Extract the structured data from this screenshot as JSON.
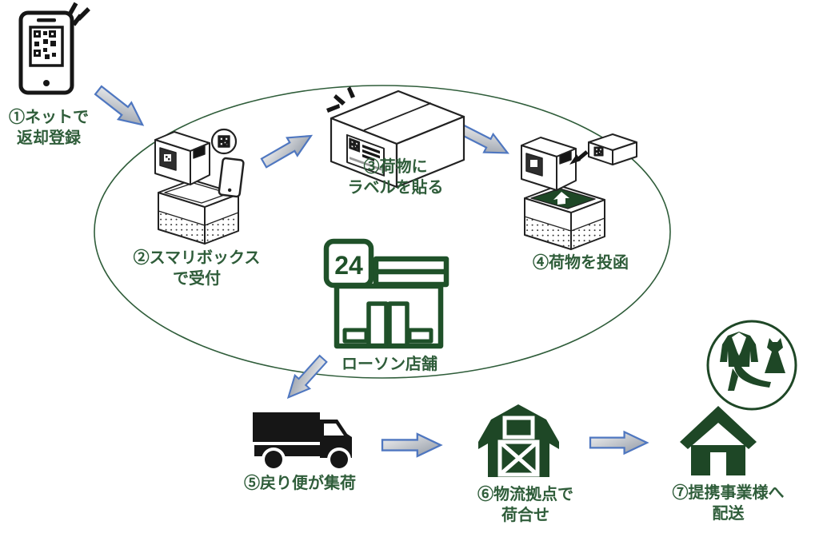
{
  "diagram": {
    "type": "process-flow",
    "steps": [
      {
        "id": 1,
        "label": "①ネットで\n返却登録",
        "icon": "smartphone-qr"
      },
      {
        "id": 2,
        "label": "②スマリボックス\nで受付",
        "icon": "smari-box-kiosk"
      },
      {
        "id": 3,
        "label": "③荷物に\nラベルを貼る",
        "icon": "parcel-with-shipping-label"
      },
      {
        "id": 4,
        "label": "④荷物を投函",
        "icon": "kiosk-deposit-parcel"
      },
      {
        "id": 5,
        "label": "⑤戻り便が集荷",
        "icon": "delivery-truck"
      },
      {
        "id": 6,
        "label": "⑥物流拠点で\n荷合せ",
        "icon": "logistics-warehouse"
      },
      {
        "id": 7,
        "label": "⑦提携事業様へ\n配送",
        "icon": "partner-house"
      }
    ],
    "store": {
      "label": "ローソン店舗",
      "sign_text": "24"
    },
    "goods_circle": {
      "items": [
        "jacket",
        "dress",
        "high-heel"
      ]
    },
    "flow": [
      "1→2",
      "2→3",
      "3→4",
      "ellipse→5",
      "5→6",
      "6→7"
    ]
  },
  "palette": {
    "text_green": "#2f5d3a",
    "icon_green": "#1e4726",
    "store_green": "#1f5129",
    "black": "#161616",
    "arrow_border": "#4f77c0",
    "arrow_fill_light": "#f4f4f4",
    "arrow_fill_dark": "#8f97a3",
    "ellipse_stroke": "#2f5d3a"
  }
}
